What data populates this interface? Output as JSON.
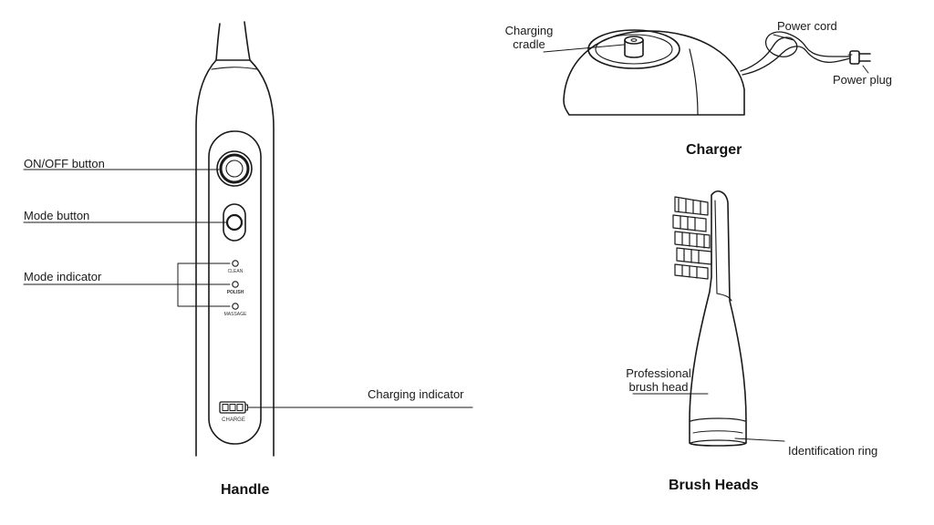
{
  "labels": {
    "on_off_button": "ON/OFF button",
    "mode_button": "Mode button",
    "mode_indicator": "Mode indicator",
    "charging_indicator": "Charging indicator",
    "charging_cradle_1": "Charging",
    "charging_cradle_2": "cradle",
    "power_cord": "Power cord",
    "power_plug": "Power plug",
    "professional_brush_head_1": "Professional",
    "professional_brush_head_2": "brush head",
    "identification_ring": "Identification ring"
  },
  "mode_names": {
    "clean": "CLEAN",
    "polish": "POLISH",
    "massage": "MASSAGE"
  },
  "charge_text": "CHARGE",
  "captions": {
    "handle": "Handle",
    "charger": "Charger",
    "brush_heads": "Brush Heads"
  }
}
